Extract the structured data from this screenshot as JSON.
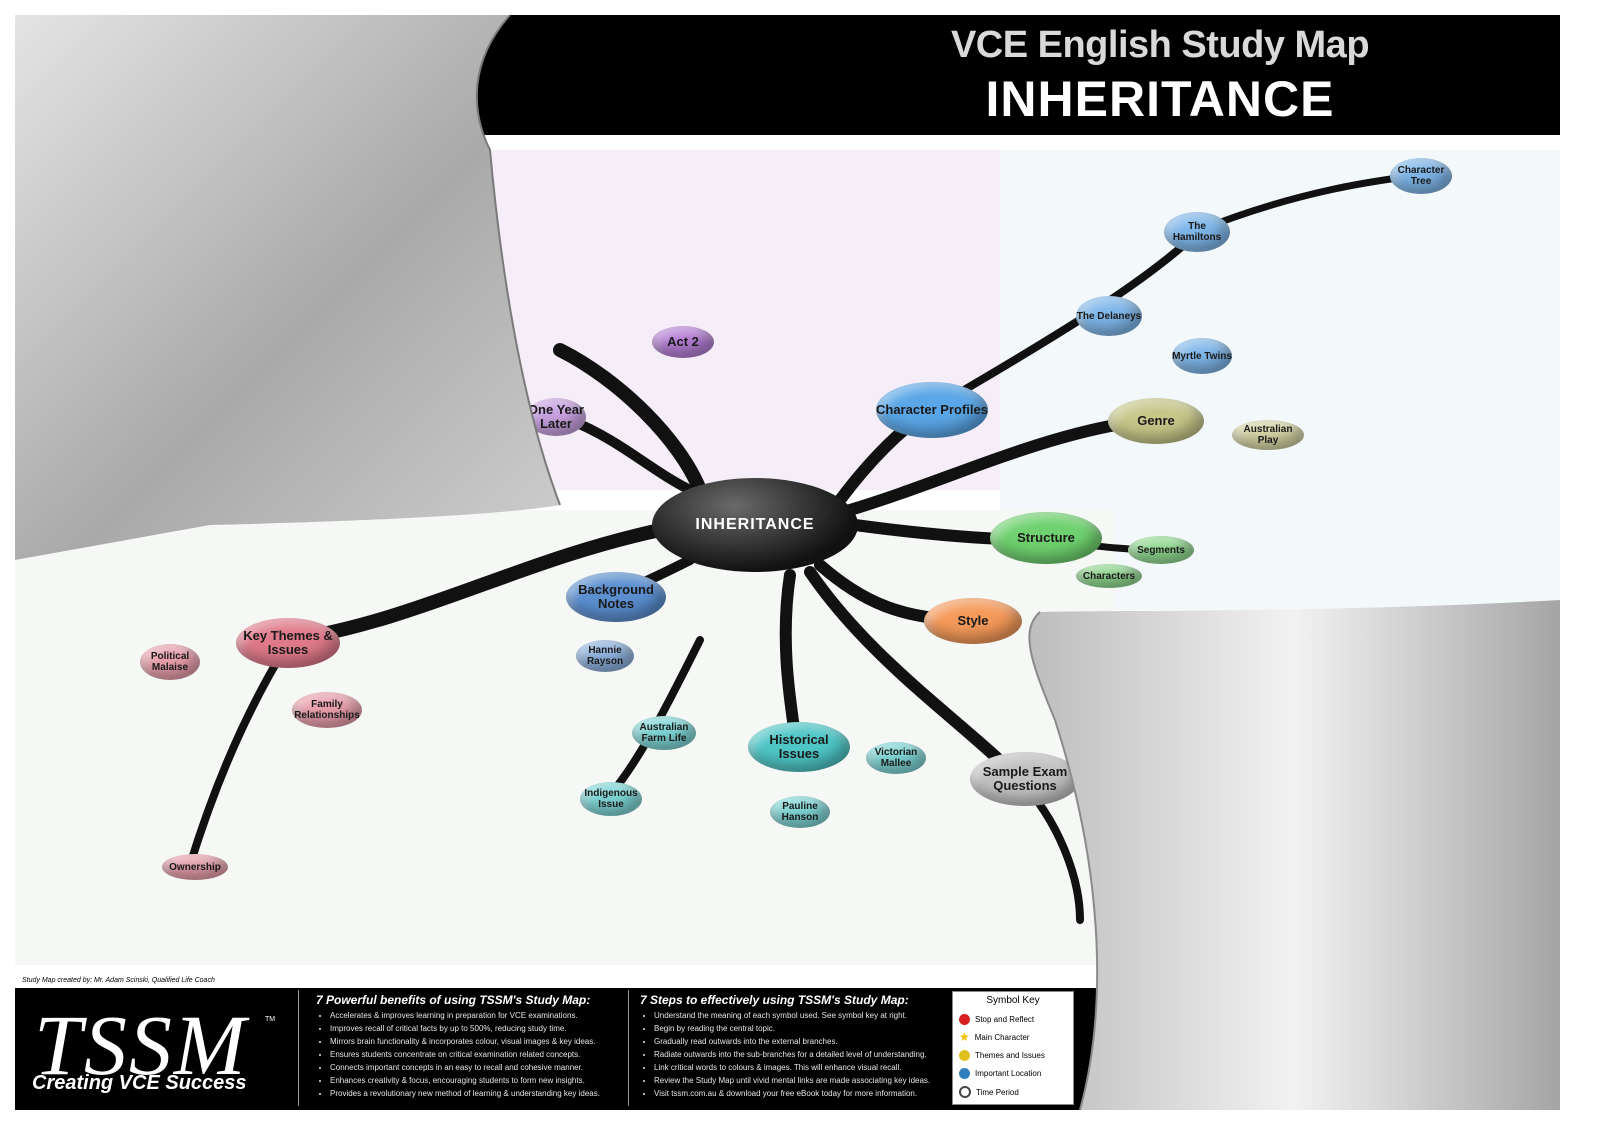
{
  "header": {
    "title": "VCE English Study Map",
    "subtitle": "INHERITANCE"
  },
  "central_topic": "INHERITANCE",
  "branches": [
    {
      "id": "character-profiles",
      "label": "Character Profiles",
      "color": "#5aa6e6"
    },
    {
      "id": "genre",
      "label": "Genre",
      "color": "#c7c78a"
    },
    {
      "id": "structure",
      "label": "Structure",
      "color": "#6fd16f"
    },
    {
      "id": "style",
      "label": "Style",
      "color": "#f59a5a"
    },
    {
      "id": "sample-exam-questions",
      "label": "Sample Exam Questions",
      "color": "#c2c2c2"
    },
    {
      "id": "historical-issues",
      "label": "Historical Issues",
      "color": "#4fc6c6"
    },
    {
      "id": "background-notes",
      "label": "Background Notes",
      "color": "#5b8fd0"
    },
    {
      "id": "key-themes-issues",
      "label": "Key Themes & Issues",
      "color": "#e07a8a"
    },
    {
      "id": "act-2",
      "label": "Act 2",
      "color": "#b67fd6"
    },
    {
      "id": "one-year-later",
      "label": "One Year Later",
      "color": "#c8a2e0"
    }
  ],
  "sub_topics": [
    {
      "label": "The Hamiltons"
    },
    {
      "label": "The Delaneys"
    },
    {
      "label": "Character Tree"
    },
    {
      "label": "Myrtle Twins"
    },
    {
      "label": "Australian Play"
    },
    {
      "label": "Segments"
    },
    {
      "label": "Characters"
    },
    {
      "label": "Political Malaise"
    },
    {
      "label": "Family Relationships"
    },
    {
      "label": "Ownership"
    },
    {
      "label": "Indigenous Issue"
    },
    {
      "label": "Pauline Hanson"
    },
    {
      "label": "Victorian Mallee"
    },
    {
      "label": "Australian Farm Life"
    },
    {
      "label": "Hannie Rayson"
    }
  ],
  "footer": {
    "credit": "Study Map created by: Mr. Adam Scinski, Qualified Life Coach",
    "logo": "TSSM",
    "logo_tm": "TM",
    "tagline": "Creating VCE Success",
    "benefits_title": "7 Powerful benefits of using TSSM's Study Map:",
    "benefits": [
      "Accelerates & improves learning in preparation for VCE examinations.",
      "Improves recall of critical facts by up to 500%, reducing study time.",
      "Mirrors brain functionality & incorporates colour, visual images & key ideas.",
      "Ensures students concentrate on critical examination related concepts.",
      "Connects important concepts in an easy to recall and cohesive manner.",
      "Enhances creativity & focus, encouraging students to form new insights.",
      "Provides a revolutionary new method of learning & understanding key ideas."
    ],
    "steps_title": "7 Steps to effectively using TSSM's Study Map:",
    "steps": [
      "Understand the meaning of each symbol used. See symbol key at right.",
      "Begin by reading the central topic.",
      "Gradually read outwards into the external branches.",
      "Radiate outwards into the sub-branches for a detailed level of understanding.",
      "Link critical words to colours & images. This will enhance visual recall.",
      "Review the Study Map until vivid mental links are made associating key ideas.",
      "Visit tssm.com.au & download your free eBook today for more information."
    ],
    "symbol_key": {
      "title": "Symbol Key",
      "items": [
        {
          "label": "Stop and Reflect",
          "icon": "stop-sign-icon",
          "color": "#d81e1e"
        },
        {
          "label": "Main Character",
          "icon": "star-icon",
          "color": "#f2c200"
        },
        {
          "label": "Themes and Issues",
          "icon": "lightbulb-icon",
          "color": "#e0c020"
        },
        {
          "label": "Important Location",
          "icon": "globe-icon",
          "color": "#2f7fc0"
        },
        {
          "label": "Time Period",
          "icon": "clock-icon",
          "color": "#444444"
        }
      ]
    }
  }
}
